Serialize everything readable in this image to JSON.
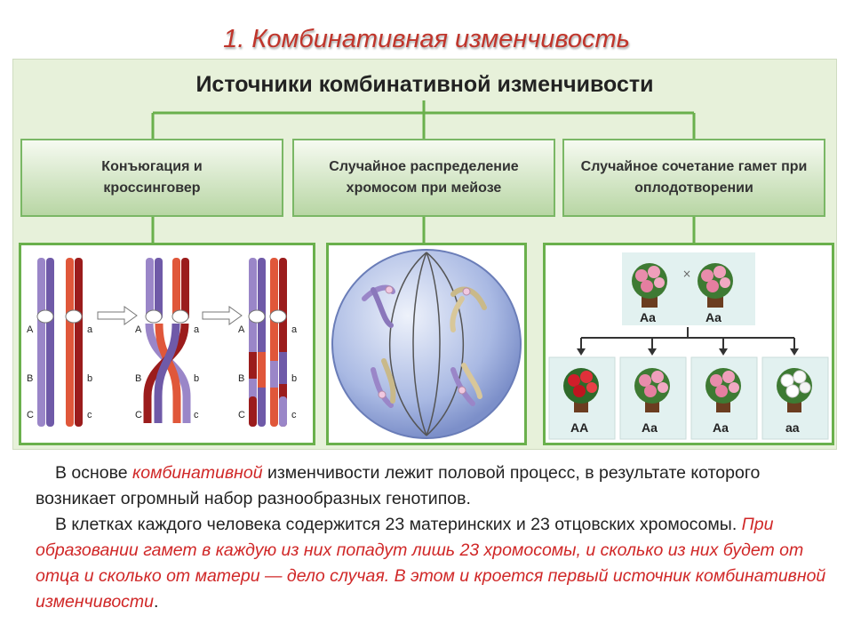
{
  "slide_title": "1. Комбинативная изменчивость",
  "diagram": {
    "title": "Источники комбинативной изменчивости",
    "sources": [
      {
        "label": "Конъюгация и кроссинговер"
      },
      {
        "label": "Случайное распределение хромосом при мейозе"
      },
      {
        "label": "Случайное сочетание гамет при оплодотворении"
      }
    ],
    "conjugation": {
      "gene_labels_left": [
        "A",
        "B",
        "C"
      ],
      "gene_labels_right": [
        "a",
        "b",
        "c"
      ]
    },
    "fertilization": {
      "parents": [
        {
          "genotype": "Aa"
        },
        {
          "genotype": "Aa"
        }
      ],
      "cross_symbol": "×",
      "offspring": [
        {
          "genotype": "AA",
          "flower": "red"
        },
        {
          "genotype": "Aa",
          "flower": "pink"
        },
        {
          "genotype": "Aa",
          "flower": "pink"
        },
        {
          "genotype": "aa",
          "flower": "white"
        }
      ]
    },
    "colors": {
      "accent_green": "#6ab04c",
      "violet": "#9a86c8",
      "red_orange": "#e0573a",
      "dark_red": "#9b1c1c"
    }
  },
  "text": {
    "p1_before": "В основе ",
    "p1_highlight": "комбинативной",
    "p1_after": " изменчивости лежит половой процесс, в результате которого возникает огромный набор разнообразных генотипов.",
    "p2_before": "В клетках каждого человека содержится 23 материнских и 23 отцовских хромосомы. ",
    "p2_highlight": "При образовании гамет в каждую из них попадут лишь 23 хромосомы, и сколько из них будет от отца и сколько от матери — дело случая. В этом и кроется первый источник комбинативной изменчивости",
    "p2_end": "."
  }
}
